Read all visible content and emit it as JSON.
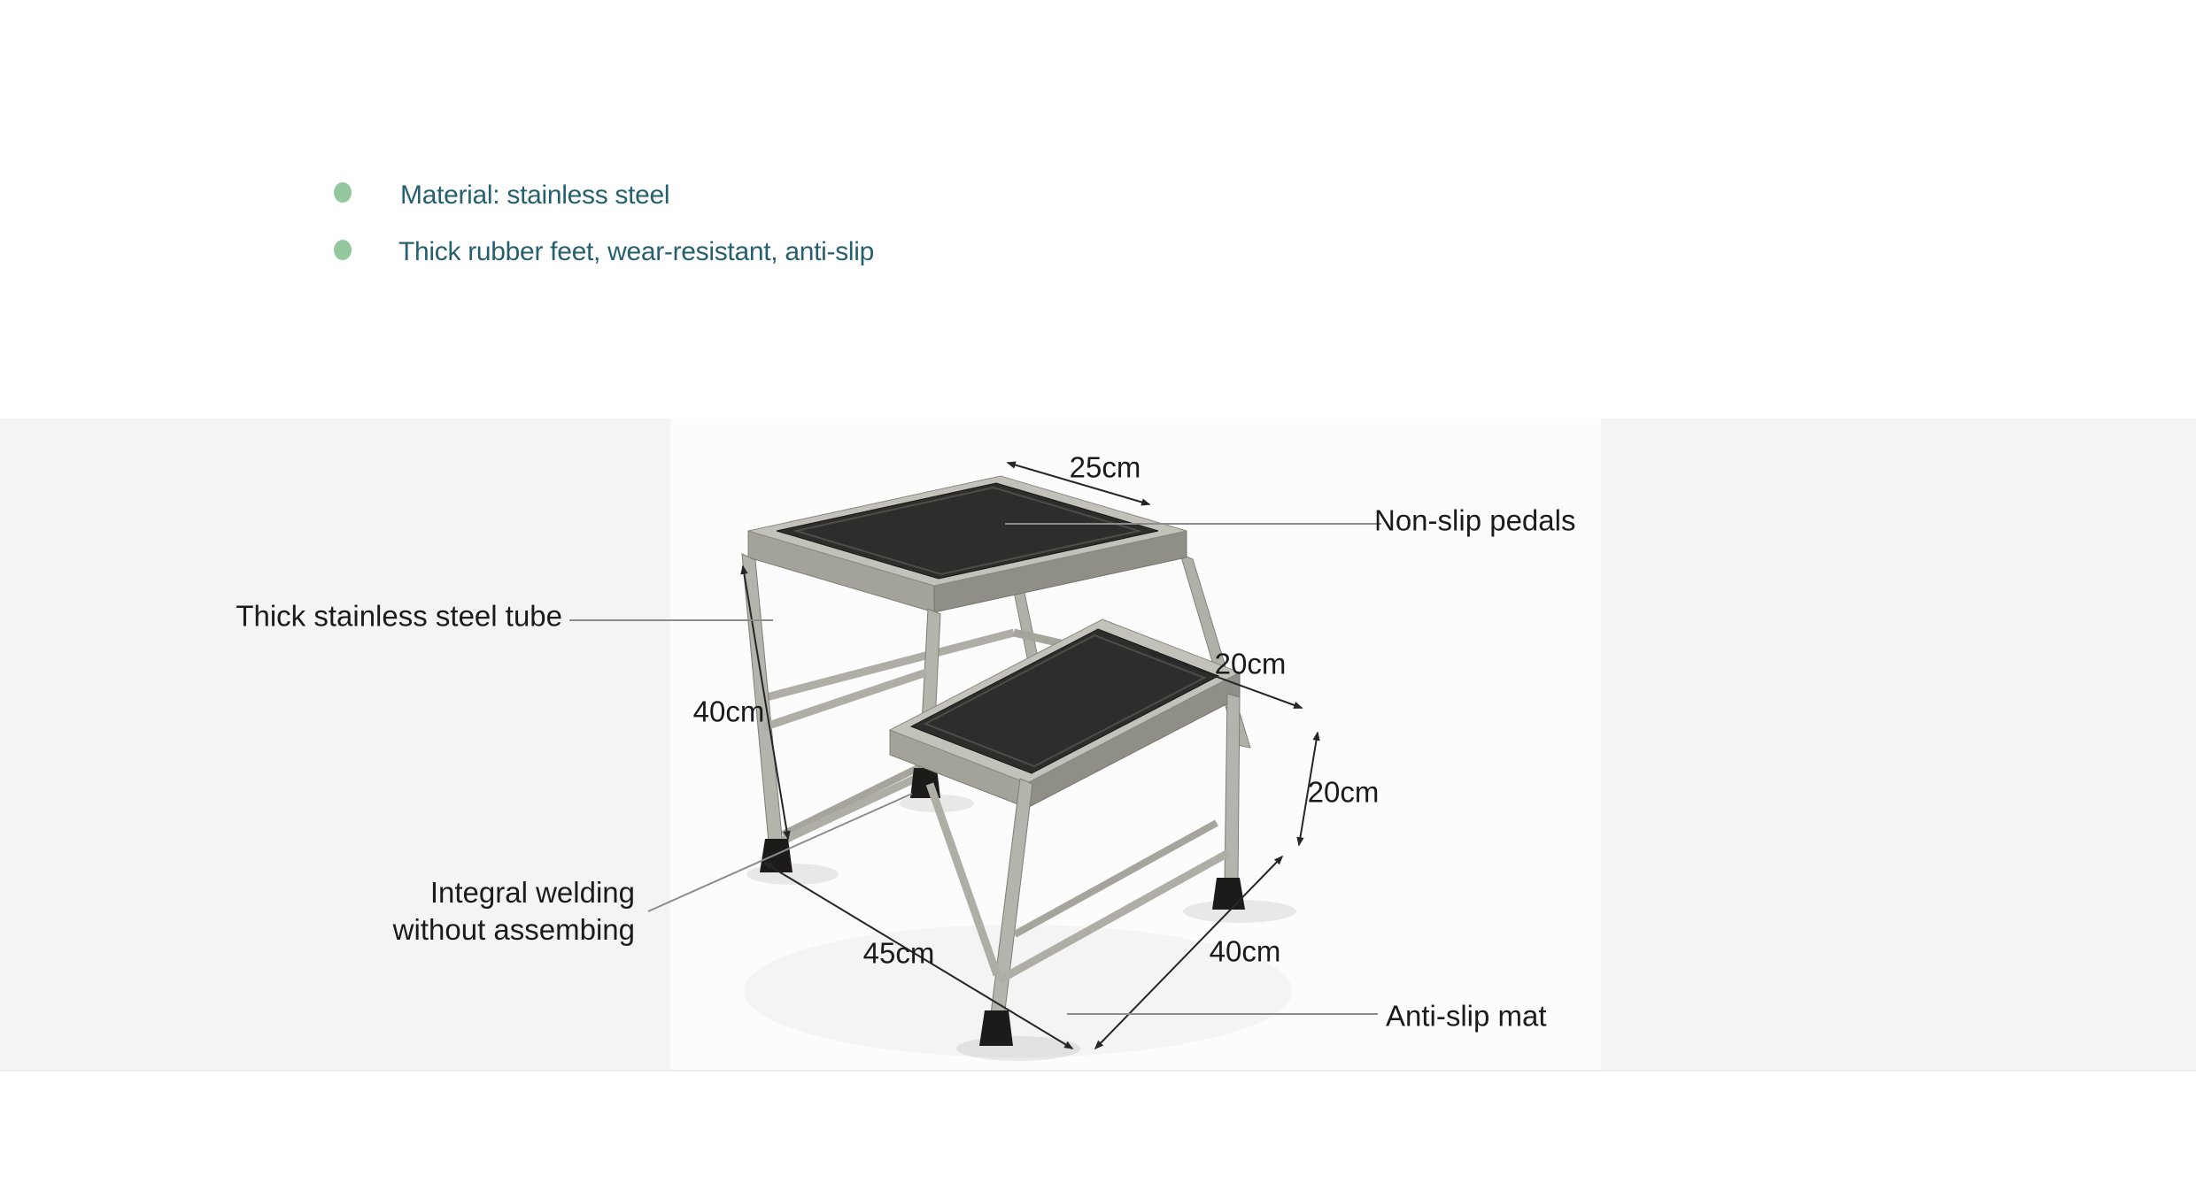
{
  "bullets": {
    "dot_color": "#93c89f",
    "text_color": "#266070",
    "items": [
      "Material: stainless steel",
      "Thick rubber feet, wear-resistant, anti-slip"
    ]
  },
  "figure": {
    "band_color": "#f4f4f4",
    "photo_background": "#fcfcfc",
    "product": "two-step stainless steel stool",
    "dimensions": {
      "top_step_depth": "25cm",
      "top_step_height": "40cm",
      "lower_step_depth": "20cm",
      "lower_step_height": "20cm",
      "base_depth": "45cm",
      "base_width": "40cm"
    },
    "callouts": {
      "pedals": "Non-slip pedals",
      "tube": "Thick stainless steel tube",
      "welding_line1": "Integral welding",
      "welding_line2": "without assembing",
      "mat": "Anti-slip mat"
    }
  }
}
